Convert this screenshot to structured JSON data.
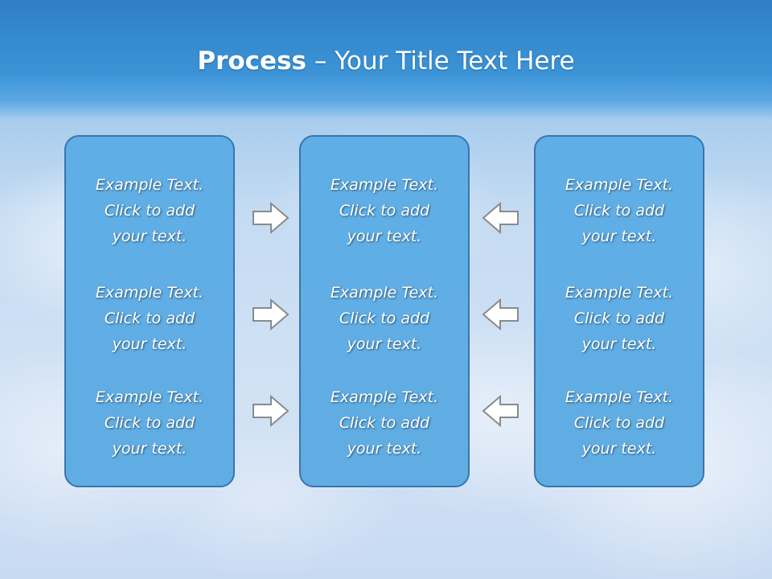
{
  "slide": {
    "title_bold": "Process",
    "title_rest": " – Your Title Text Here"
  },
  "columns": [
    {
      "position": "left",
      "items": [
        {
          "line1": "Example Text.",
          "line2": "Click  to add",
          "line3": "your text."
        },
        {
          "line1": "Example Text.",
          "line2": "Click  to add",
          "line3": "your text."
        },
        {
          "line1": "Example Text.",
          "line2": "Click  to add",
          "line3": "your text."
        }
      ]
    },
    {
      "position": "center",
      "items": [
        {
          "line1": "Example Text.",
          "line2": "Click  to add",
          "line3": "your text."
        },
        {
          "line1": "Example Text.",
          "line2": "Click  to add",
          "line3": "your text."
        },
        {
          "line1": "Example Text.",
          "line2": "Click  to add",
          "line3": "your text."
        }
      ]
    },
    {
      "position": "right",
      "items": [
        {
          "line1": "Example Text.",
          "line2": "Click  to add",
          "line3": "your text."
        },
        {
          "line1": "Example Text.",
          "line2": "Click  to add",
          "line3": "your text."
        },
        {
          "line1": "Example Text.",
          "line2": "Click  to add",
          "line3": "your text."
        }
      ]
    }
  ],
  "arrows": {
    "left_side_icon": "arrow-right-icon",
    "right_side_icon": "arrow-left-icon",
    "count_per_side": 3
  },
  "colors": {
    "box_fill": "#60ade4",
    "box_border": "#3a75ad",
    "arrow_fill": "#ffffff",
    "arrow_stroke": "#8a8a8a",
    "header_blue": "#2f7fc4"
  }
}
